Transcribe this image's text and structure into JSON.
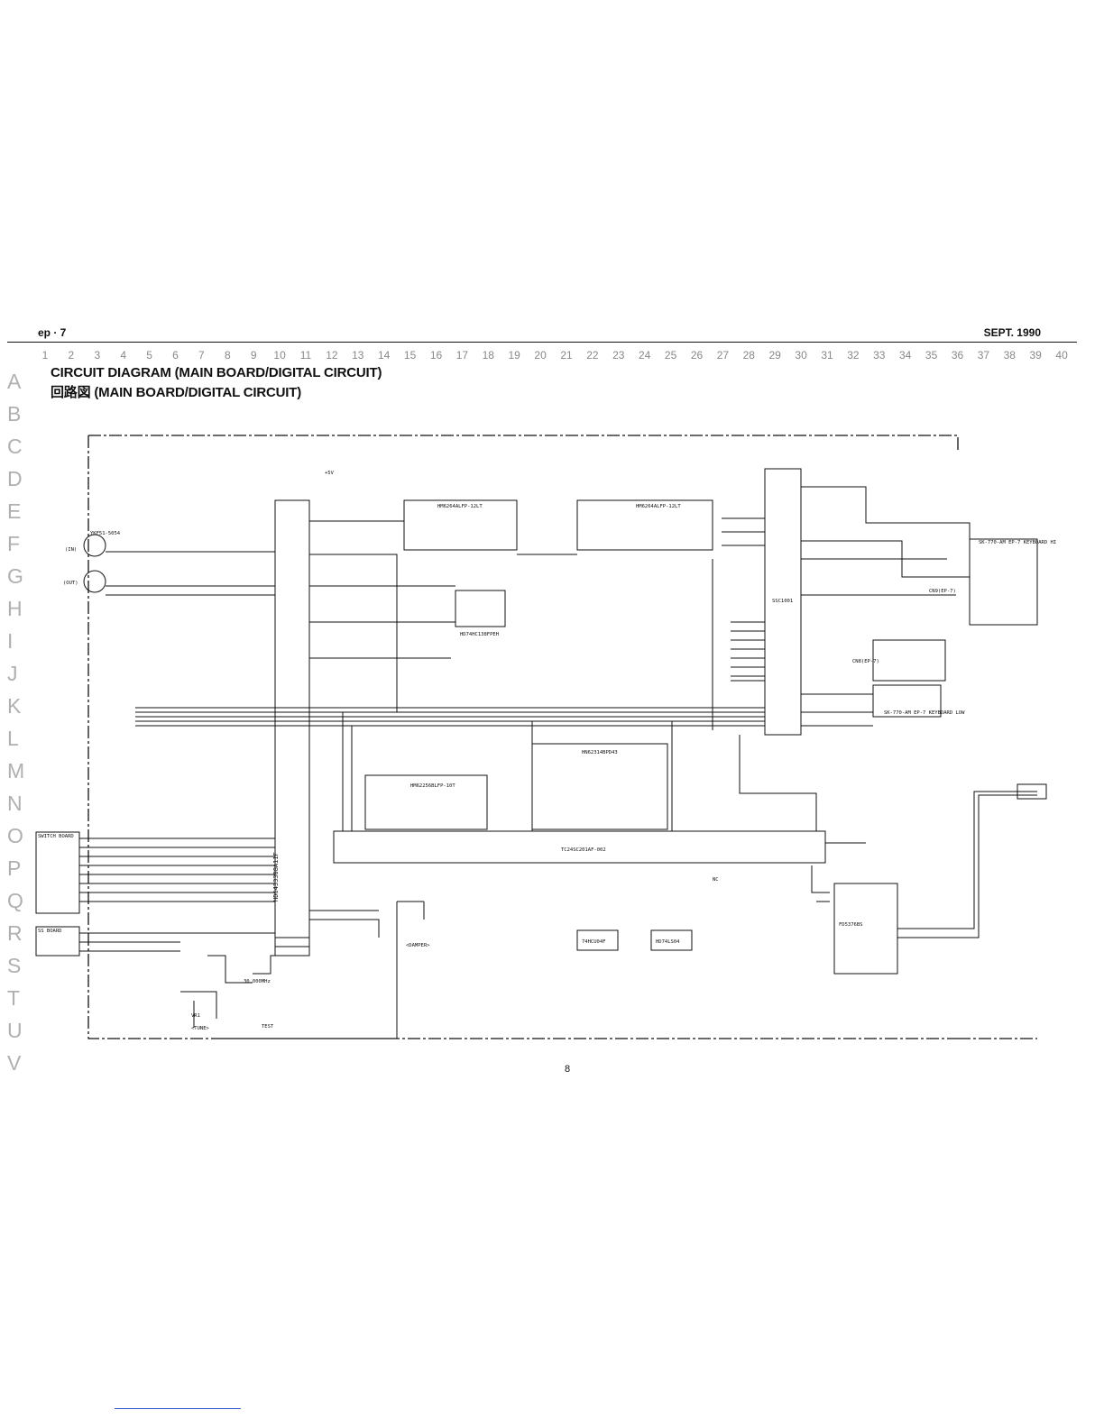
{
  "header": {
    "left": "ep · 7",
    "right": "SEPT. 1990"
  },
  "columns": [
    "1",
    "2",
    "3",
    "4",
    "5",
    "6",
    "7",
    "8",
    "9",
    "10",
    "11",
    "12",
    "13",
    "14",
    "15",
    "16",
    "17",
    "18",
    "19",
    "20",
    "21",
    "22",
    "23",
    "24",
    "25",
    "26",
    "27",
    "28",
    "29",
    "30",
    "31",
    "32",
    "33",
    "34",
    "35",
    "36",
    "37",
    "38",
    "39",
    "40"
  ],
  "rows": [
    "A",
    "B",
    "C",
    "D",
    "E",
    "F",
    "G",
    "H",
    "I",
    "J",
    "K",
    "L",
    "M",
    "N",
    "O",
    "P",
    "Q",
    "R",
    "S",
    "T",
    "U",
    "V"
  ],
  "title": "CIRCUIT DIAGRAM (MAIN BOARD/DIGITAL CIRCUIT)",
  "subtitle": "回路図 (MAIN BOARD/DIGITAL CIRCUIT)",
  "page_number": "8",
  "chips": {
    "ic_cpu": "HD6433308A11F",
    "ic6": "HM6264ALFP-12LT",
    "ic7": "HM6264ALFP-12LT",
    "ic5": "HD74HC138FPEH",
    "ic8": "HM62256BLFP-10T",
    "ic9": "HN62314BPD43",
    "ic11": "SSC1001",
    "ic10": "TC24SC201AF-002",
    "ic12": "FD5376BS",
    "ic4": "74HCU04F",
    "ic3": "HD74LS04"
  },
  "labels": {
    "k5": "YKF51-5054",
    "in": "(IN)",
    "out": "(OUT)",
    "switch_board": "SWITCH BOARD",
    "ss_board": "SS BOARD",
    "keyboard_hi": "SK-770-AM EP-7 KEYBOARD HI",
    "keyboard_low": "SK-770-AM EP-7 KEYBOARD LOW",
    "damper": "<DAMPER>",
    "tune": "<TUNE>",
    "vr1": "VR1",
    "test": "TEST",
    "nc": "NC",
    "plus5v": "+5V",
    "xtal": "30.000MHz",
    "cn9": "CN9(EP-7)",
    "cn8": "CN8(EP-7)"
  }
}
